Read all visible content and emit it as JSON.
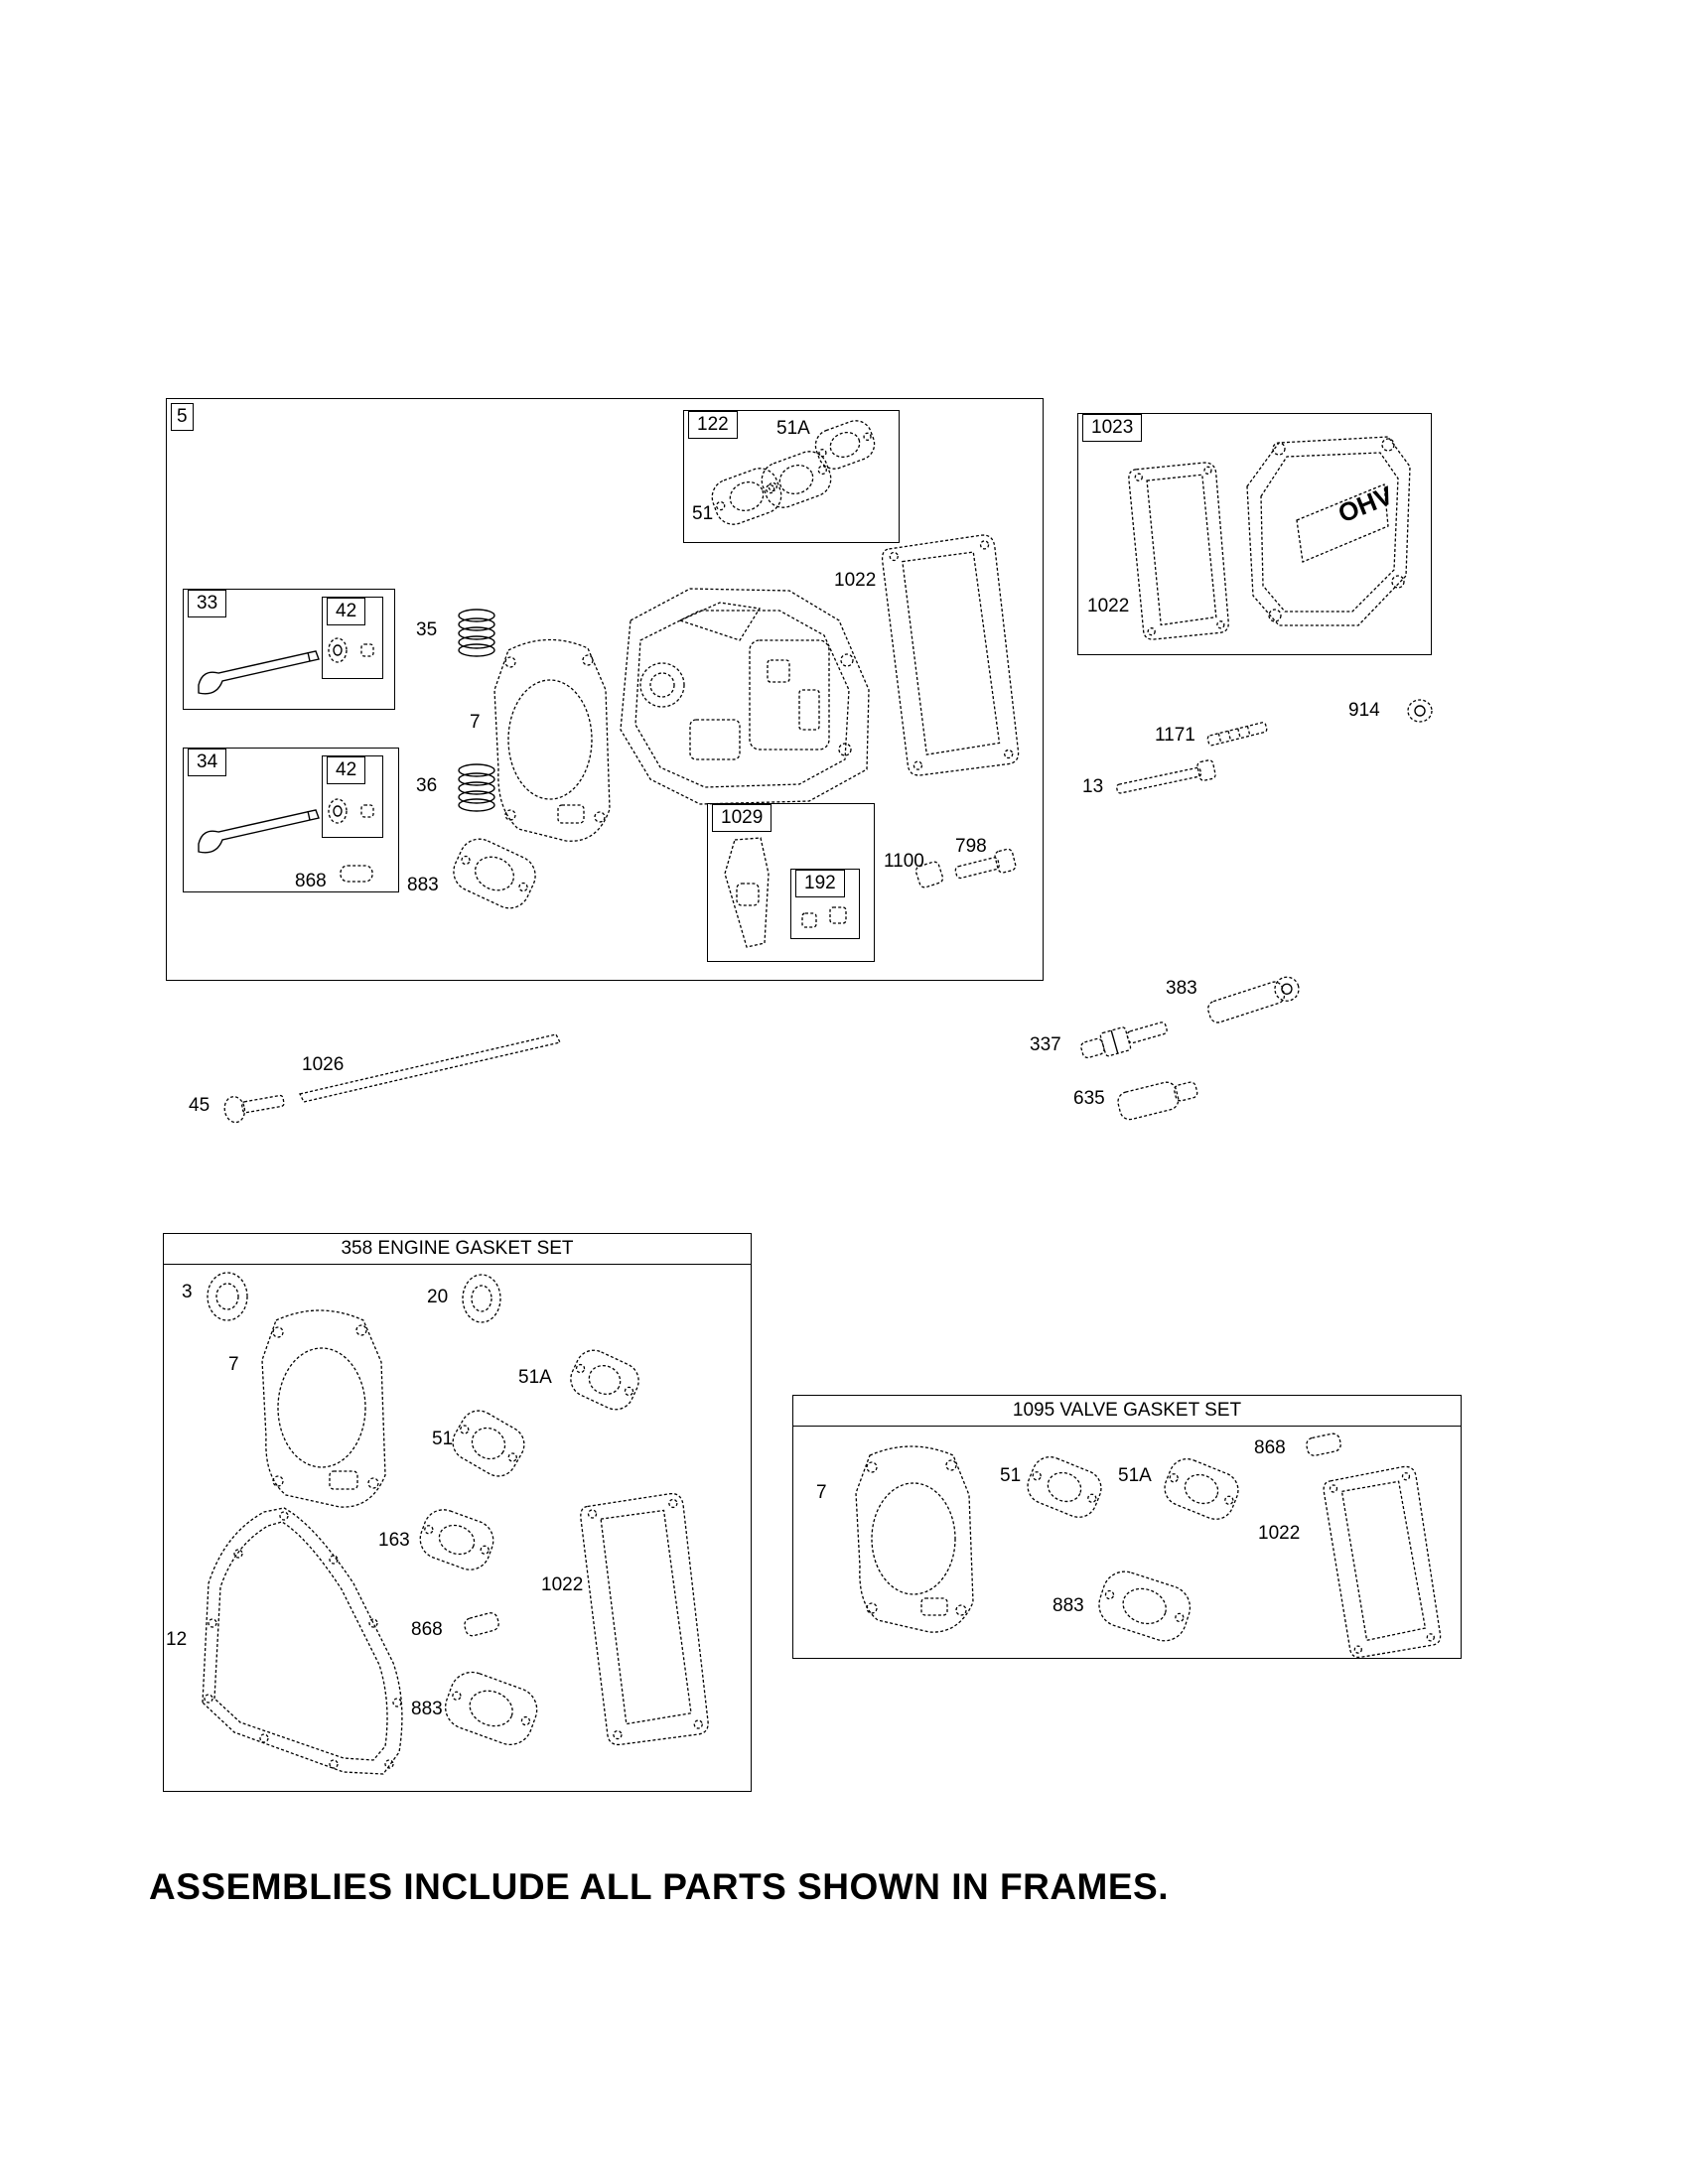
{
  "frames": {
    "main_assembly": {
      "tag": "5"
    },
    "intake_gaskets": {
      "tag": "122"
    },
    "intake_valve": {
      "tag": "33"
    },
    "intake_valve_keeper": {
      "tag": "42"
    },
    "exhaust_valve": {
      "tag": "34"
    },
    "exhaust_valve_keeper": {
      "tag": "42"
    },
    "rocker": {
      "tag": "1029"
    },
    "rocker_nut": {
      "tag": "192"
    },
    "valve_cover": {
      "tag": "1023"
    },
    "engine_gasket_set": {
      "title": "358 ENGINE GASKET SET"
    },
    "valve_gasket_set": {
      "title": "1095 VALVE GASKET SET"
    }
  },
  "labels": {
    "main": {
      "l51A": "51A",
      "l51": "51",
      "l1022": "1022",
      "l35": "35",
      "l7": "7",
      "l36": "36",
      "l868": "868",
      "l883": "883",
      "l1100": "1100",
      "l798": "798"
    },
    "cover": {
      "l1022": "1022"
    },
    "loose": {
      "l914": "914",
      "l1171": "1171",
      "l13": "13",
      "l383": "383",
      "l337": "337",
      "l635": "635",
      "l1026": "1026",
      "l45": "45"
    },
    "engine_set": {
      "l3": "3",
      "l20": "20",
      "l7": "7",
      "l51A": "51A",
      "l51": "51",
      "l163": "163",
      "l1022": "1022",
      "l868": "868",
      "l12": "12",
      "l883": "883"
    },
    "valve_set": {
      "l868": "868",
      "l7": "7",
      "l51": "51",
      "l51A": "51A",
      "l1022": "1022",
      "l883": "883"
    }
  },
  "valve_cover_marking": "OHV",
  "footer": "ASSEMBLIES INCLUDE ALL PARTS SHOWN IN FRAMES."
}
